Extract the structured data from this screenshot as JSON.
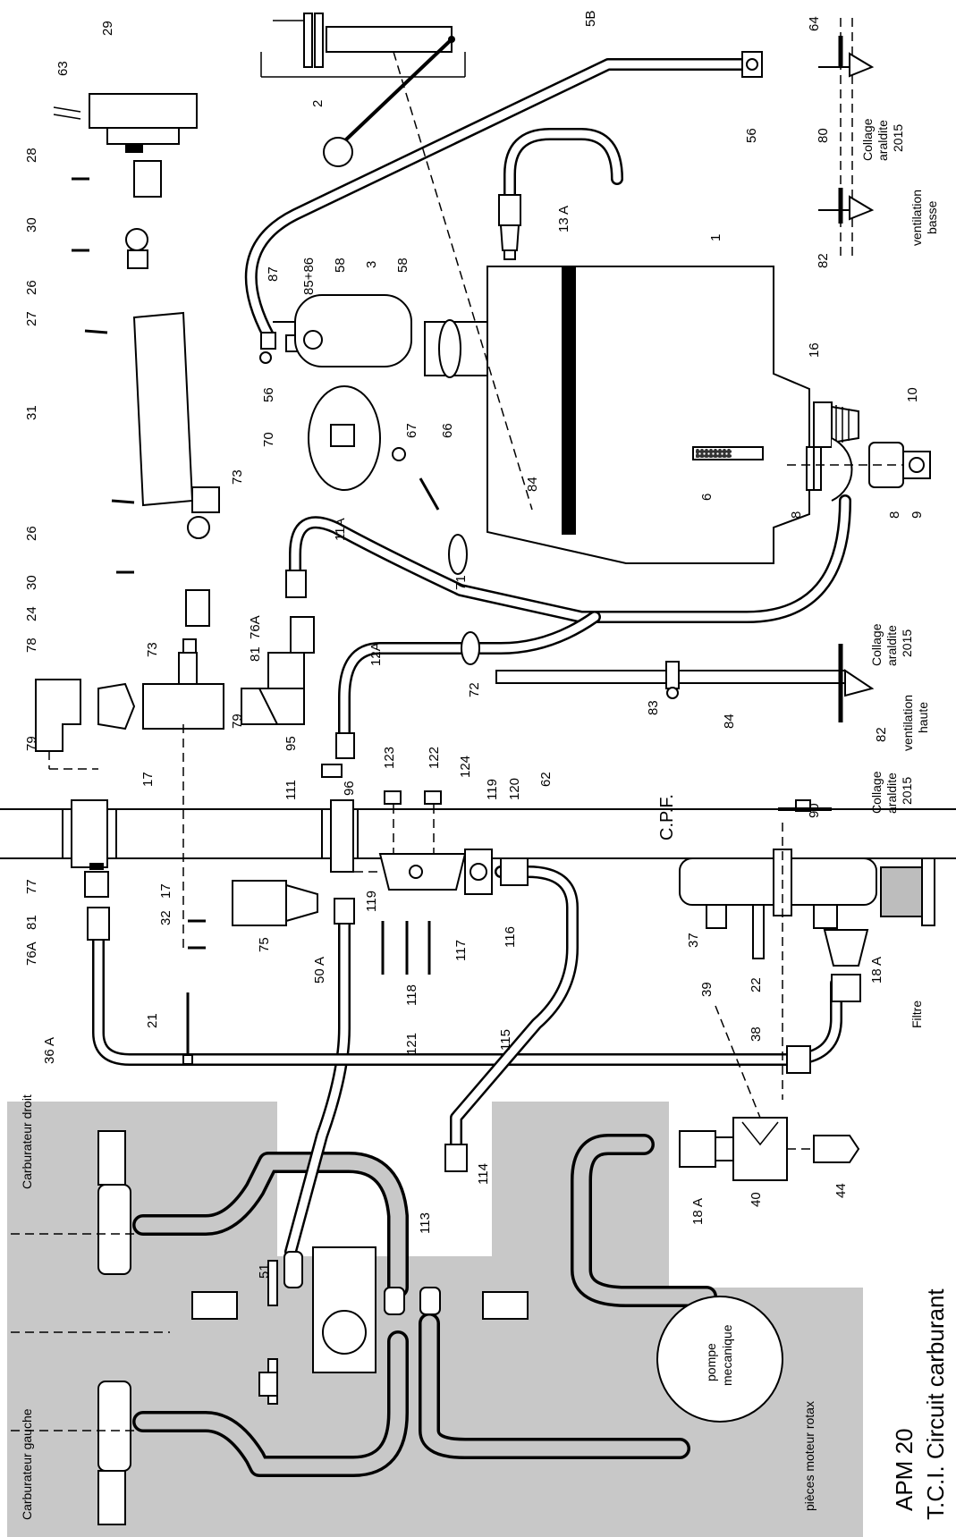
{
  "title": {
    "line1": "APM 20",
    "line2": "T.C.I.  Circuit carburant"
  },
  "notes": {
    "engine_parts": "pièces moteur rotax",
    "pump": [
      "pompe",
      "mecanique"
    ],
    "carb_left": "Carburateur gauche",
    "carb_right": "Carburateur droit",
    "cpf": "C.P.F.",
    "filter": "Filtre",
    "collage_top": [
      "Collage",
      "araldite",
      "2015"
    ],
    "vent_low": [
      "ventilation",
      "basse"
    ],
    "collage_mid": [
      "Collage",
      "araldite",
      "2015"
    ],
    "vent_high": [
      "ventilation",
      "haute"
    ],
    "collage_low": [
      "Collage",
      "araldite",
      "2015"
    ]
  },
  "callouts": [
    "29",
    "63",
    "2",
    "5B",
    "64",
    "28",
    "56",
    "80",
    "30",
    "13 A",
    "26",
    "1",
    "82",
    "87",
    "85+86",
    "58",
    "3",
    "58",
    "27",
    "56",
    "16",
    "10",
    "31",
    "70",
    "67",
    "66",
    "73",
    "84",
    "6",
    "8",
    "8",
    "9",
    "26",
    "30",
    "11A",
    "71",
    "24",
    "76A",
    "78",
    "81",
    "73",
    "12A",
    "72",
    "83",
    "84",
    "82",
    "79",
    "79",
    "95",
    "17",
    "111",
    "96",
    "123",
    "122",
    "124",
    "119",
    "120",
    "62",
    "90",
    "77",
    "81",
    "76A",
    "17",
    "32",
    "75",
    "21",
    "119",
    "118",
    "121",
    "117",
    "50 A",
    "116",
    "37",
    "39",
    "22",
    "38",
    "18 A",
    "36 A",
    "115",
    "18 A",
    "40",
    "44",
    "114",
    "113",
    "51"
  ],
  "colors": {
    "ink": "#000000",
    "paper": "#ffffff",
    "engine_area": "#c8c8c8"
  }
}
